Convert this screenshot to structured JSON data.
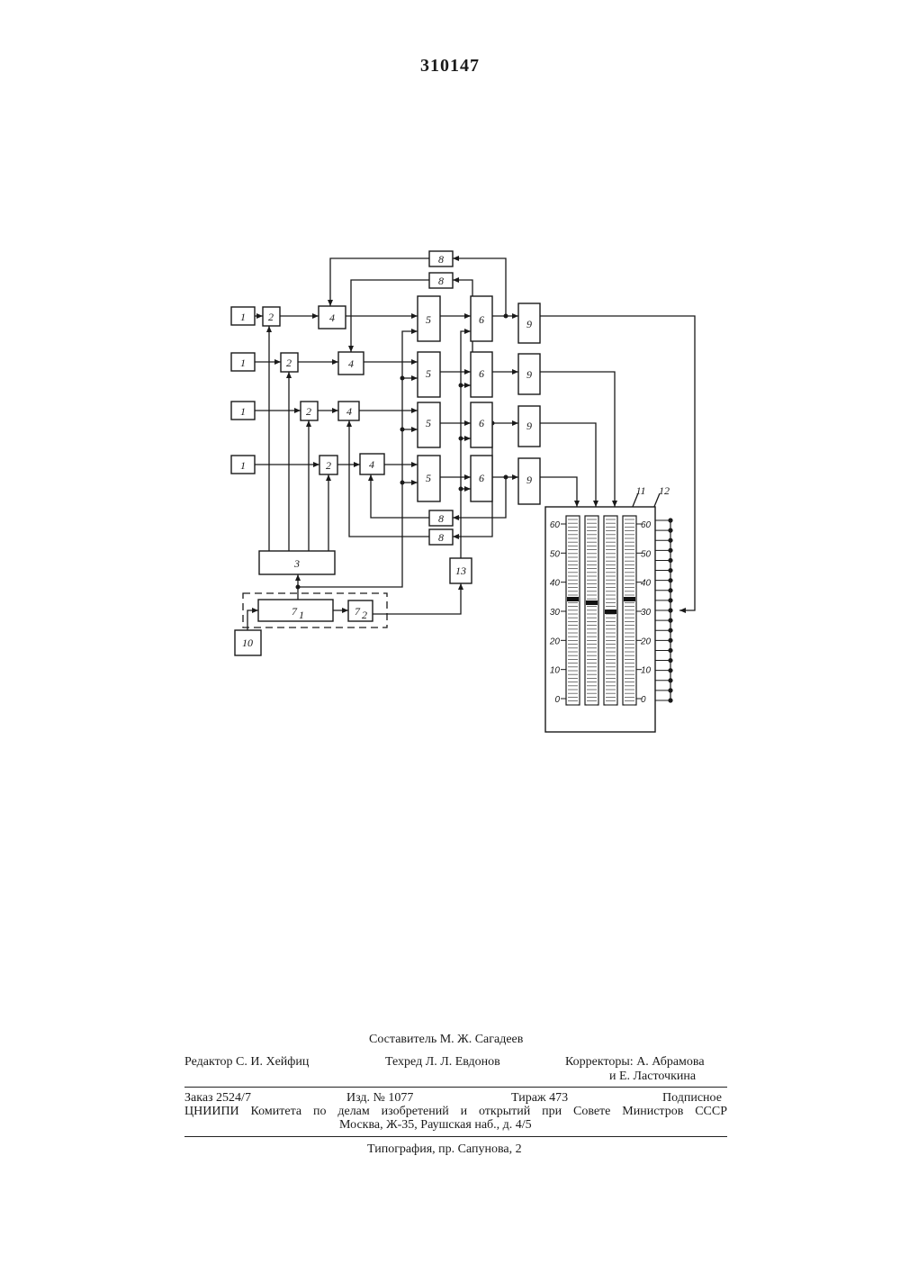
{
  "patent_number": "310147",
  "diagram": {
    "block_labels": {
      "b1": "1",
      "b2": "2",
      "b3": "3",
      "b4": "4",
      "b5": "5",
      "b6": "6",
      "b7_1": "7",
      "b7_1_sub": "1",
      "b7_2": "7",
      "b7_2_sub": "2",
      "b8": "8",
      "b9": "9",
      "b10": "10",
      "b11": "11",
      "b12": "12",
      "b13": "13"
    },
    "scale_labels": [
      "60",
      "50",
      "40",
      "30",
      "20",
      "10",
      "0"
    ]
  },
  "footer": {
    "compiler": "Составитель М. Ж. Сагадеев",
    "editor": "Редактор С. И. Хейфиц",
    "techred": "Техред Л. Л. Евдонов",
    "correctors_1": "Корректоры: А. Абрамова",
    "correctors_2": "и Е. Ласточкина",
    "order": "Заказ 2524/7",
    "edition": "Изд. № 1077",
    "circulation": "Тираж 473",
    "subscription": "Подписное",
    "org": "ЦНИИПИ Комитета по делам изобретений и открытий при Совете Министров СССР",
    "address": "Москва, Ж-35, Раушская наб., д. 4/5",
    "printing": "Типография, пр. Сапунова, 2"
  },
  "colors": {
    "ink": "#1a1a1a",
    "paper": "#ffffff"
  }
}
